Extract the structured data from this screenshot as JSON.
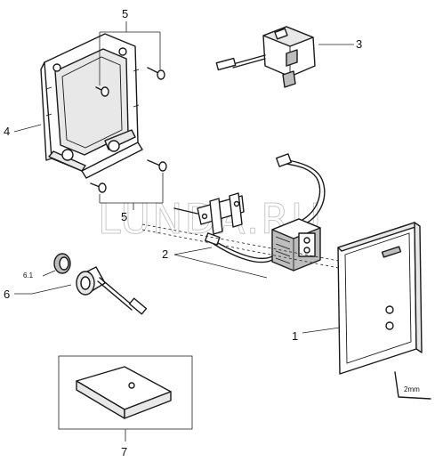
{
  "callouts": {
    "c1": "1",
    "c2": "2",
    "c3": "3",
    "c4": "4",
    "c5_top": "5",
    "c5_mid": "5",
    "c6": "6",
    "c6_1": "6.1",
    "c7": "7"
  },
  "watermark": "LUNDA.RU",
  "tool_label": "2mm"
}
